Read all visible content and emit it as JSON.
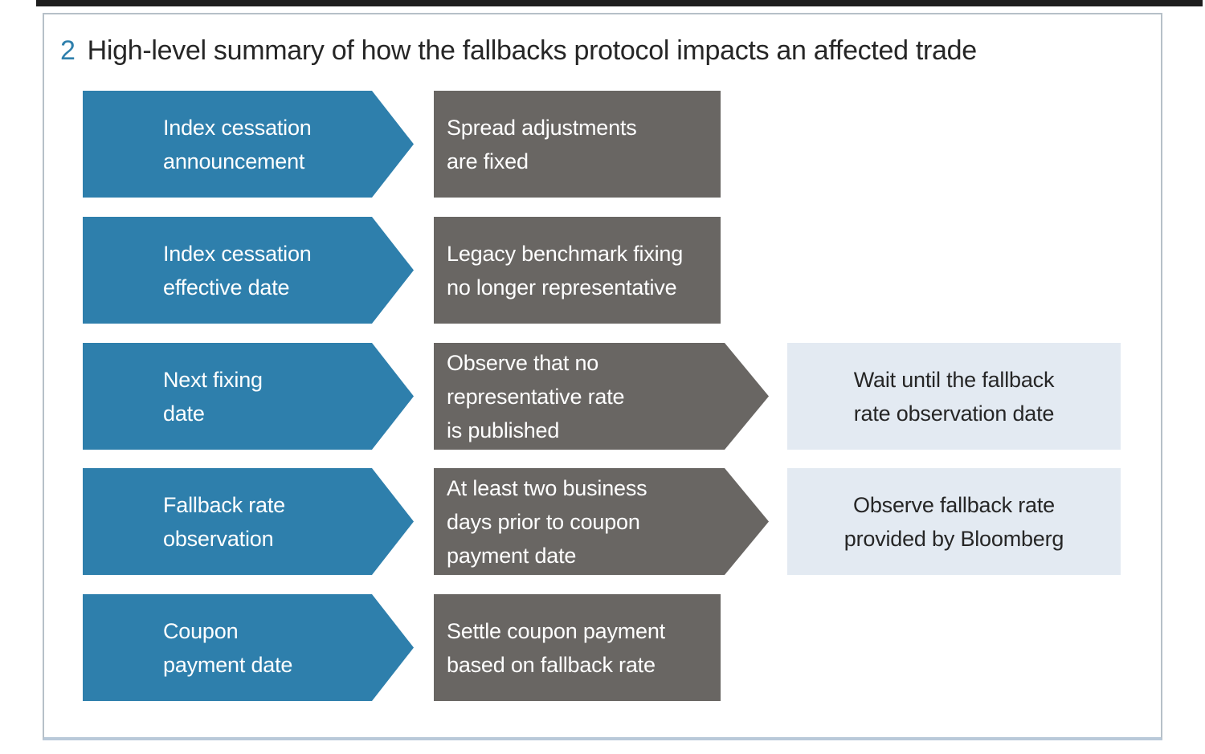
{
  "figure": {
    "number": "2",
    "title": "High-level summary of how the fallbacks protocol impacts an affected trade"
  },
  "colors": {
    "stage_arrow_blue": "#2e7fac",
    "detail_box_gray": "#696663",
    "outcome_box_light_blue": "#e3eaf2",
    "title_text": "#262626",
    "box_label_text": "#ffffff",
    "top_rule": "#1e1e1e",
    "frame_border": "#b6c0c8",
    "frame_border_bottom": "#b9c9d9"
  },
  "rows": [
    {
      "stage": "Index cessation\nannouncement",
      "detail": "Spread adjustments\nare fixed",
      "outcome": null
    },
    {
      "stage": "Index cessation\neffective date",
      "detail": "Legacy benchmark fixing\nno longer representative",
      "outcome": null
    },
    {
      "stage": "Next fixing\ndate",
      "detail": "Observe that no\nrepresentative rate\nis published",
      "outcome": "Wait until the fallback\nrate observation date"
    },
    {
      "stage": "Fallback rate\nobservation",
      "detail": "At least two business\ndays prior to coupon\npayment date",
      "outcome": "Observe fallback rate\nprovided by Bloomberg"
    },
    {
      "stage": "Coupon\npayment date",
      "detail": "Settle coupon payment\nbased on fallback rate",
      "outcome": null
    }
  ]
}
